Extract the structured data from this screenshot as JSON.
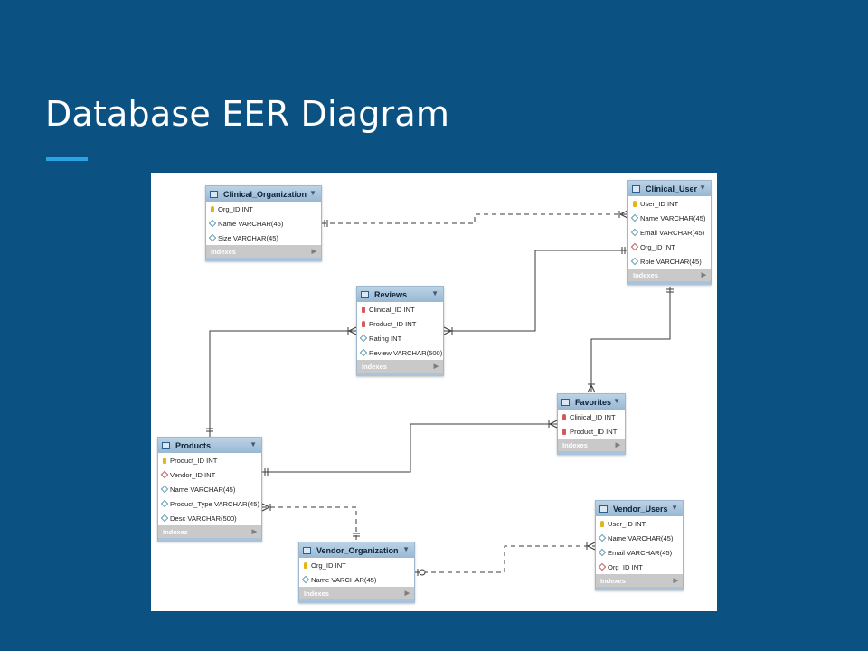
{
  "slide": {
    "title": "Database EER Diagram"
  },
  "tables": [
    {
      "name": "Clinical_Organization",
      "columns": [
        {
          "key": "pk",
          "text": "Org_ID INT"
        },
        {
          "key": "col",
          "text": "Name VARCHAR(45)"
        },
        {
          "key": "col",
          "text": "Size VARCHAR(45)"
        }
      ]
    },
    {
      "name": "Clinical_User",
      "columns": [
        {
          "key": "pk",
          "text": "User_ID INT"
        },
        {
          "key": "col",
          "text": "Name VARCHAR(45)"
        },
        {
          "key": "col",
          "text": "Email VARCHAR(45)"
        },
        {
          "key": "fk",
          "text": "Org_ID INT"
        },
        {
          "key": "col",
          "text": "Role VARCHAR(45)"
        }
      ]
    },
    {
      "name": "Reviews",
      "columns": [
        {
          "key": "pfk",
          "text": "Clinical_ID INT"
        },
        {
          "key": "pfk",
          "text": "Product_ID INT"
        },
        {
          "key": "col",
          "text": "Rating INT"
        },
        {
          "key": "col",
          "text": "Review VARCHAR(500)"
        }
      ]
    },
    {
      "name": "Favorites",
      "columns": [
        {
          "key": "pfk",
          "text": "Clinical_ID INT"
        },
        {
          "key": "pfk",
          "text": "Product_ID INT"
        }
      ]
    },
    {
      "name": "Products",
      "columns": [
        {
          "key": "pk",
          "text": "Product_ID INT"
        },
        {
          "key": "fk",
          "text": "Vendor_ID INT"
        },
        {
          "key": "col",
          "text": "Name VARCHAR(45)"
        },
        {
          "key": "col",
          "text": "Product_Type VARCHAR(45)"
        },
        {
          "key": "col",
          "text": "Desc VARCHAR(500)"
        }
      ]
    },
    {
      "name": "Vendor_Organization",
      "columns": [
        {
          "key": "pk",
          "text": "Org_ID INT"
        },
        {
          "key": "col",
          "text": "Name VARCHAR(45)"
        }
      ]
    },
    {
      "name": "Vendor_Users",
      "columns": [
        {
          "key": "pk",
          "text": "User_ID INT"
        },
        {
          "key": "col",
          "text": "Name VARCHAR(45)"
        },
        {
          "key": "col",
          "text": "Email VARCHAR(45)"
        },
        {
          "key": "fk",
          "text": "Org_ID INT"
        }
      ]
    }
  ],
  "indexes_label": "Indexes",
  "relationships": [
    {
      "from": "Clinical_User",
      "to": "Clinical_Organization",
      "style": "non-identifying"
    },
    {
      "from": "Reviews",
      "to": "Clinical_User",
      "style": "identifying"
    },
    {
      "from": "Reviews",
      "to": "Products",
      "style": "identifying"
    },
    {
      "from": "Favorites",
      "to": "Clinical_User",
      "style": "identifying"
    },
    {
      "from": "Favorites",
      "to": "Products",
      "style": "identifying"
    },
    {
      "from": "Products",
      "to": "Vendor_Organization",
      "style": "non-identifying"
    },
    {
      "from": "Vendor_Users",
      "to": "Vendor_Organization",
      "style": "non-identifying"
    }
  ]
}
